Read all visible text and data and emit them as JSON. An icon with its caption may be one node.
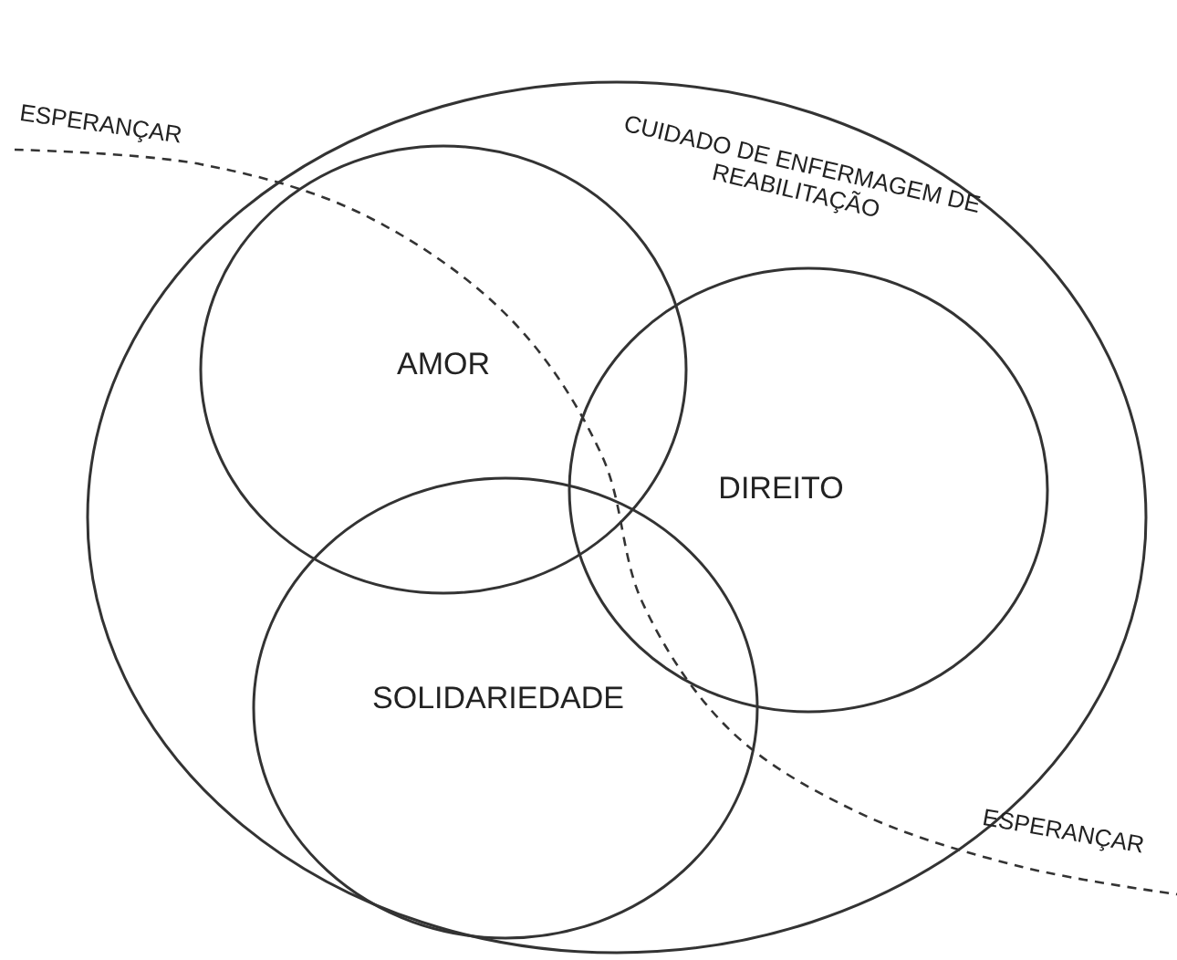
{
  "diagram": {
    "nodes": [
      {
        "text": [
          "CUIDADO DE ENFERMAGEM DE REABILITAÇÃO"
        ]
      },
      {
        "text": [
          "AMOR"
        ],
        "in": 0
      },
      {
        "text": [
          "DIREITO"
        ],
        "in": 0
      },
      {
        "text": [
          "SOLIDARIEDADE"
        ],
        "in": 0
      }
    ],
    "labels": [
      "ESPERANÇAR",
      "ESPERANÇAR"
    ]
  }
}
